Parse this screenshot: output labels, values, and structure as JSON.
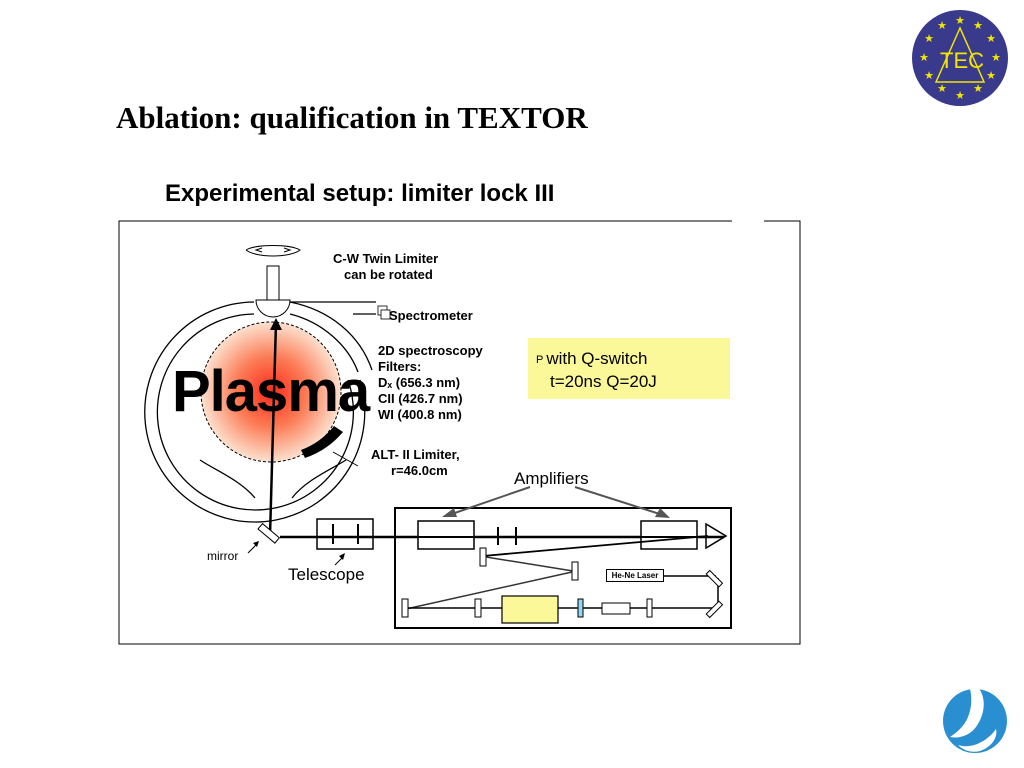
{
  "slide": {
    "title": "Ablation: qualification in TEXTOR",
    "subtitle": "Experimental setup: limiter lock III"
  },
  "logo": {
    "text": "TEC",
    "accent": "#3a3a8c",
    "star_color": "#f2e600"
  },
  "diagram": {
    "limiter_label_1": "C-W Twin Limiter",
    "limiter_label_2": "can be rotated",
    "spectrometer": "Spectrometer",
    "spectroscopy": [
      "2D spectroscopy",
      "Filters:",
      "Dₓ (656.3 nm)",
      "CII (426.7 nm)",
      "WI (400.8 nm)"
    ],
    "plasma": "Plasma",
    "alt_limiter_1": "ALT- II Limiter,",
    "alt_limiter_2": "r=46.0cm",
    "laser_1": "with Q-switch",
    "laser_2": "t=20ns Q=20J",
    "laser_marker": "P",
    "amplifiers": "Amplifiers",
    "mirror": "mirror",
    "telescope": "Telescope",
    "hene_laser": "He-Ne Laser"
  },
  "colors": {
    "laser_box_fill": "#fbf89a",
    "crystal_fill": "#fbf89a",
    "cyan_element": "#8fd8f0",
    "plasma_core": "#ff2a1a"
  }
}
